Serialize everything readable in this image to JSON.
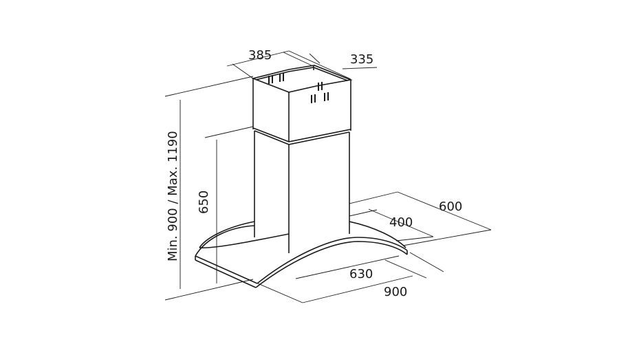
{
  "diagram": {
    "colors": {
      "ink": "#1a1a1a",
      "background": "#ffffff"
    },
    "dimensions": {
      "chimney_width": "385",
      "chimney_depth": "335",
      "total_height": "Min. 900 / Max. 1190",
      "canopy_to_chimney_height": "650",
      "hood_depth": "600",
      "chimney_base_depth": "400",
      "inner_width": "630",
      "hood_width": "900"
    }
  }
}
